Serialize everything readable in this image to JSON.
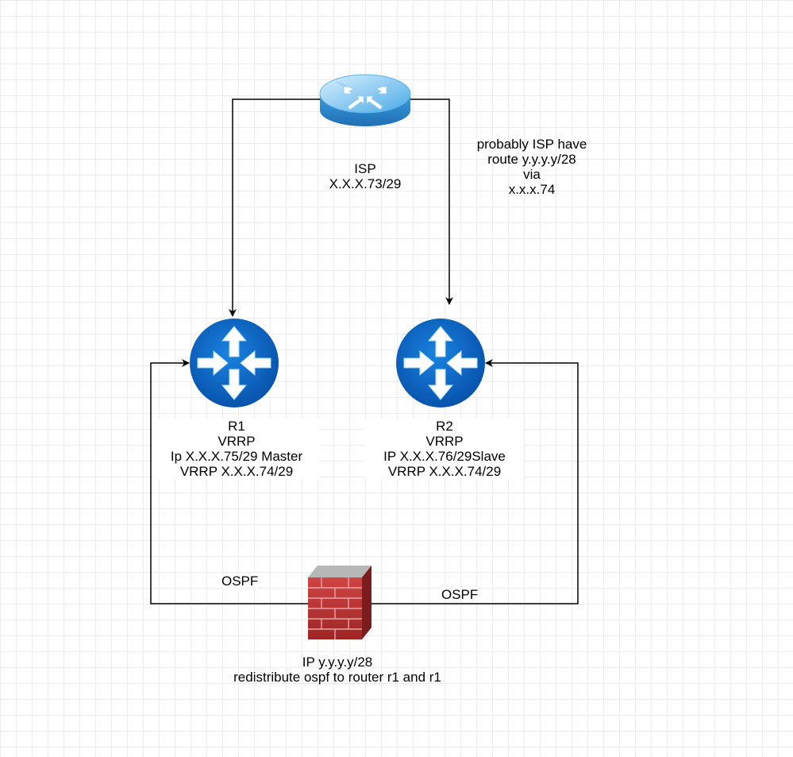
{
  "nodes": {
    "isp": {
      "icon": "isp-router-icon",
      "lines": [
        "ISP",
        "X.X.X.73/29"
      ]
    },
    "r1": {
      "icon": "router-icon",
      "lines": [
        "R1",
        "VRRP",
        "Ip X.X.X.75/29 Master",
        "VRRP X.X.X.74/29"
      ]
    },
    "r2": {
      "icon": "router-icon",
      "lines": [
        "R2",
        "VRRP",
        "IP X.X.X.76/29Slave",
        "VRRP X.X.X.74/29"
      ]
    },
    "firewall": {
      "icon": "firewall-icon",
      "lines": [
        "IP y.y.y.y/28",
        "redistribute ospf to router r1 and r1"
      ]
    }
  },
  "annotation": {
    "lines": [
      "probably ISP have",
      "route y.y.y.y/28",
      "via",
      "x.x.x.74"
    ]
  },
  "edges": {
    "fw_r1_label": "OSPF",
    "fw_r2_label": "OSPF"
  },
  "colors": {
    "router_blue": "#0a63c9",
    "isp_blue": "#3fa8ec",
    "brick_red": "#b83232",
    "line": "#000000"
  }
}
